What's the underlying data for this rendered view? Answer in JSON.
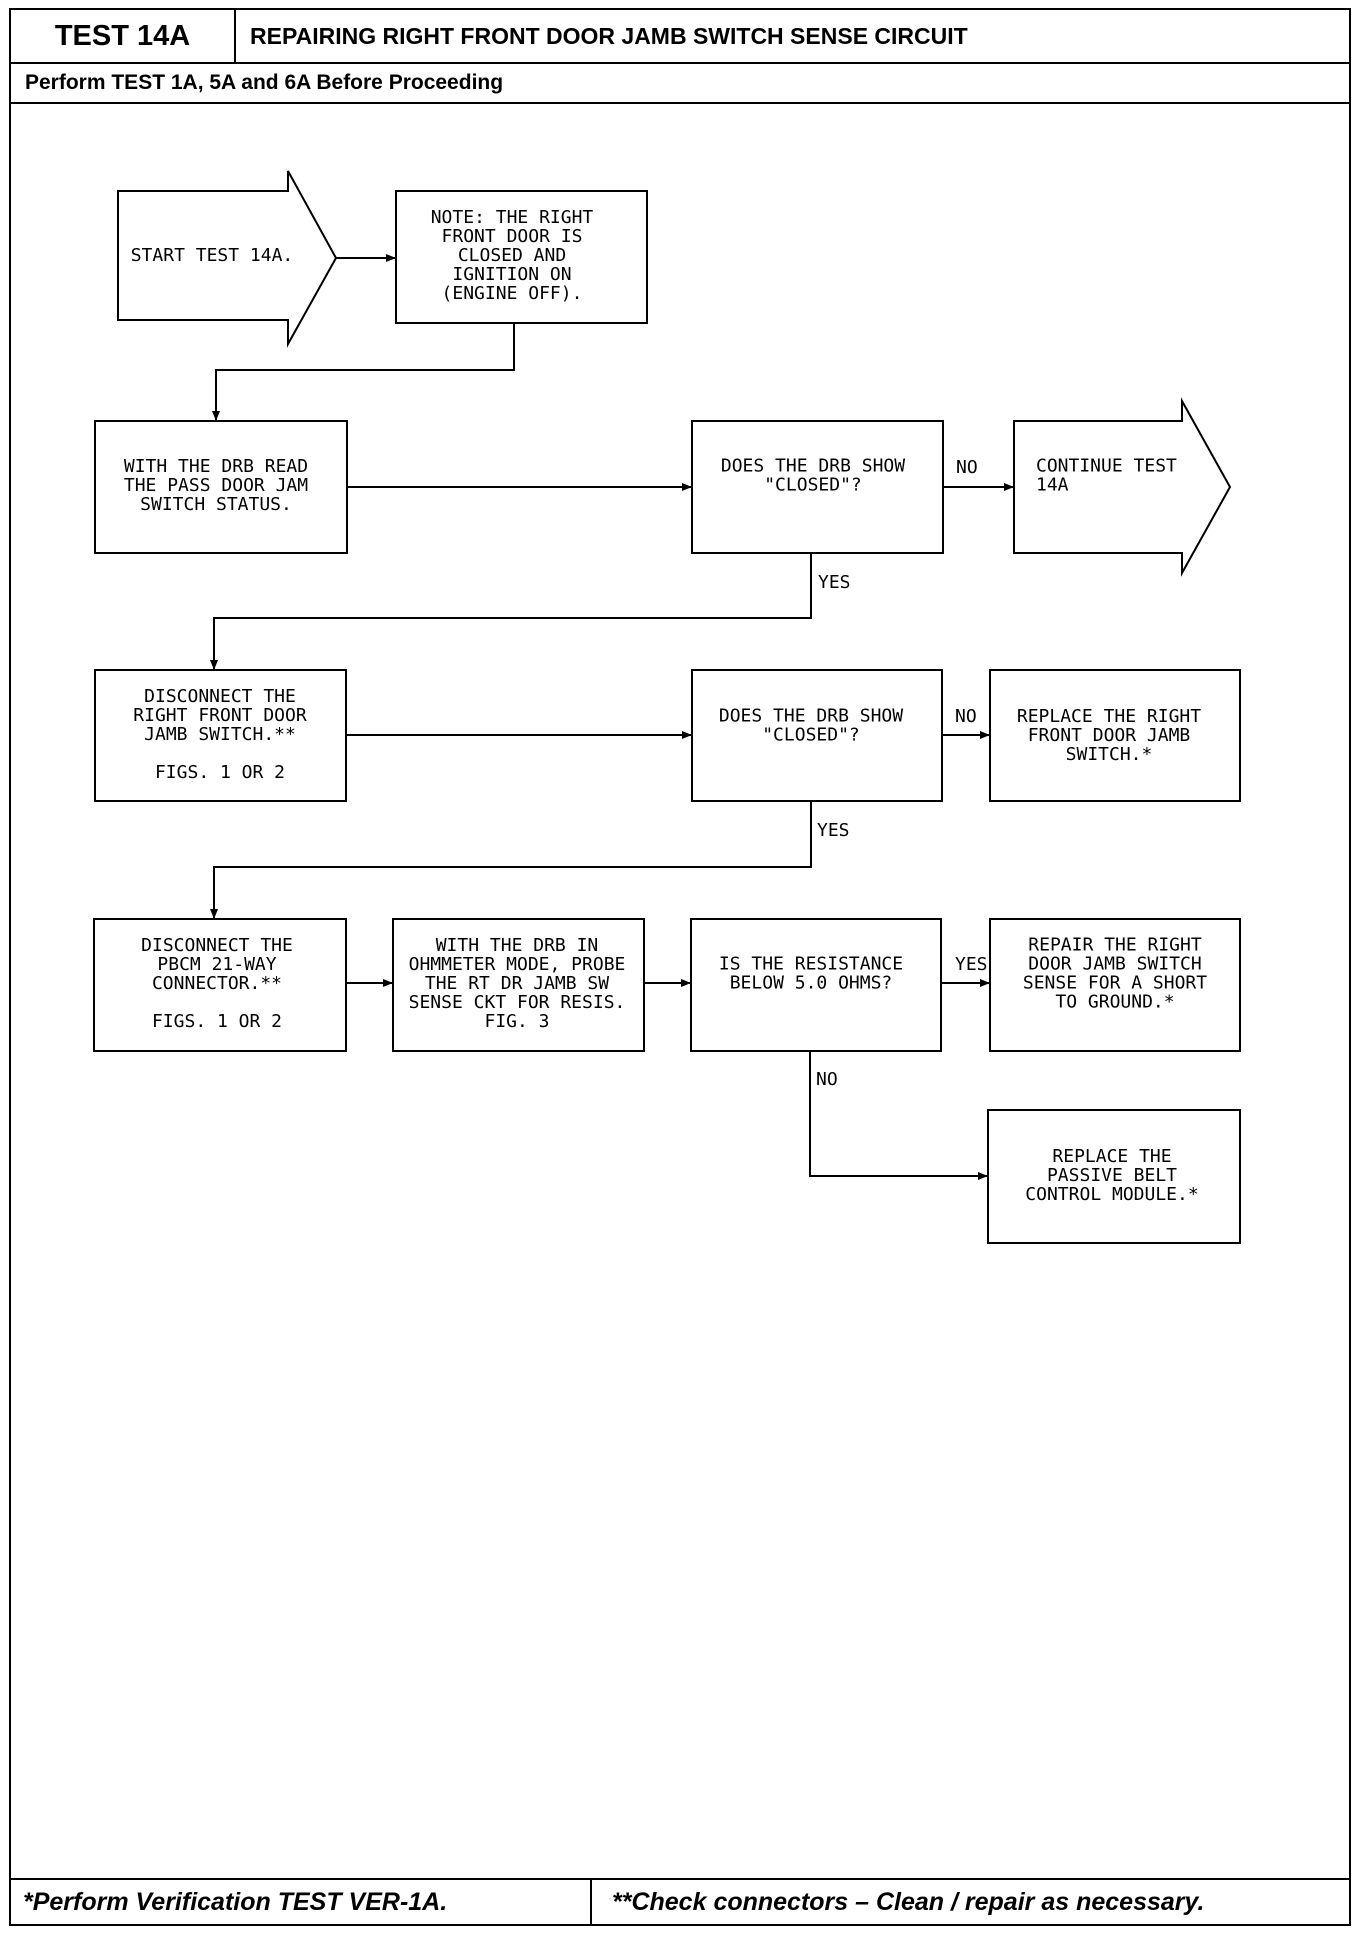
{
  "header": {
    "test_id": "TEST 14A",
    "title": "REPAIRING RIGHT FRONT DOOR JAMB SWITCH SENSE CIRCUIT",
    "prerequisite": "Perform TEST 1A, 5A and 6A Before Proceeding"
  },
  "flowchart": {
    "start": [
      "START TEST 14A."
    ],
    "note": [
      "NOTE: THE RIGHT",
      "FRONT DOOR IS",
      "CLOSED AND",
      "IGNITION ON",
      "(ENGINE OFF)."
    ],
    "read_status": [
      "WITH THE DRB READ",
      "THE PASS DOOR JAM",
      "SWITCH STATUS."
    ],
    "decision_1": [
      "DOES THE DRB SHOW",
      "\"CLOSED\"?"
    ],
    "continue": [
      "CONTINUE TEST",
      "14A"
    ],
    "disconnect_switch": [
      "DISCONNECT THE",
      "RIGHT FRONT DOOR",
      "JAMB SWITCH.**",
      "",
      "FIGS. 1 OR 2"
    ],
    "decision_2": [
      "DOES THE DRB SHOW",
      "\"CLOSED\"?"
    ],
    "replace_switch": [
      "REPLACE THE RIGHT",
      "FRONT DOOR JAMB",
      "SWITCH.*"
    ],
    "disconnect_pbcm": [
      "DISCONNECT THE",
      "PBCM 21-WAY",
      "CONNECTOR.**",
      "",
      "FIGS. 1 OR 2"
    ],
    "ohmmeter": [
      "WITH THE DRB IN",
      "OHMMETER MODE, PROBE",
      "THE RT DR JAMB SW",
      "SENSE CKT FOR RESIS.",
      "FIG. 3"
    ],
    "decision_3": [
      "IS THE RESISTANCE",
      "BELOW 5.0 OHMS?"
    ],
    "repair_short": [
      "REPAIR THE RIGHT",
      "DOOR JAMB SWITCH",
      "SENSE FOR A SHORT",
      "TO GROUND.*"
    ],
    "replace_module": [
      "REPLACE THE",
      "PASSIVE BELT",
      "CONTROL MODULE.*"
    ],
    "labels": {
      "no": "NO",
      "yes": "YES"
    }
  },
  "footer": {
    "left": "*Perform Verification TEST VER-1A.",
    "right": "**Check connectors – Clean / repair as necessary."
  }
}
